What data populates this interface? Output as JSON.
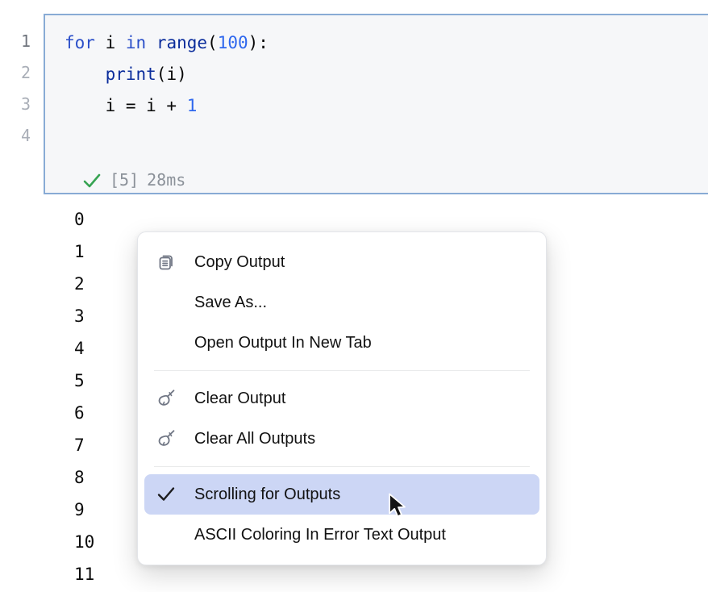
{
  "colors": {
    "cell_background": "#f6f7f9",
    "cell_border": "#88abd5",
    "keyword": "#2b4fc9",
    "builtin": "#0b2d9c",
    "number": "#2e67ee",
    "plain_text": "#070707",
    "line_number": "#a9aeb7",
    "status_gray": "#8b9199",
    "status_check_green": "#36a352",
    "menu_highlight": "#ccd6f5",
    "menu_divider": "#e9eaeb"
  },
  "editor": {
    "cell": {
      "line_numbers": [
        "1",
        "2",
        "3",
        "4"
      ],
      "lines": [
        {
          "tokens": [
            {
              "text": "for",
              "type": "keyword"
            },
            {
              "text": " i ",
              "type": "plain"
            },
            {
              "text": "in",
              "type": "keyword"
            },
            {
              "text": " ",
              "type": "plain"
            },
            {
              "text": "range",
              "type": "builtin"
            },
            {
              "text": "(",
              "type": "plain"
            },
            {
              "text": "100",
              "type": "number"
            },
            {
              "text": "):",
              "type": "plain"
            }
          ]
        },
        {
          "tokens": [
            {
              "text": "    ",
              "type": "plain"
            },
            {
              "text": "print",
              "type": "builtin"
            },
            {
              "text": "(i)",
              "type": "plain"
            }
          ]
        },
        {
          "tokens": [
            {
              "text": "    i = i + ",
              "type": "plain"
            },
            {
              "text": "1",
              "type": "number"
            }
          ]
        },
        {
          "tokens": []
        }
      ],
      "status": {
        "check_icon": "check-icon",
        "execution_count": "[5]",
        "duration": "28ms"
      }
    },
    "output": {
      "values": [
        "0",
        "1",
        "2",
        "3",
        "4",
        "5",
        "6",
        "7",
        "8",
        "9",
        "10",
        "11"
      ]
    }
  },
  "context_menu": {
    "items": [
      {
        "label": "Copy Output",
        "icon": "copy-icon"
      },
      {
        "label": "Save As...",
        "icon": null
      },
      {
        "label": "Open Output In New Tab",
        "icon": null
      },
      {
        "label": "Clear Output",
        "icon": "broom-icon"
      },
      {
        "label": "Clear All Outputs",
        "icon": "broom-icon"
      },
      {
        "label": "Scrolling for Outputs",
        "icon": "check-icon",
        "highlighted": true,
        "checked": true
      },
      {
        "label": "ASCII Coloring In Error Text Output",
        "icon": null
      }
    ]
  },
  "pointer": {
    "icon": "arrow-cursor",
    "over": "Scrolling for Outputs"
  }
}
